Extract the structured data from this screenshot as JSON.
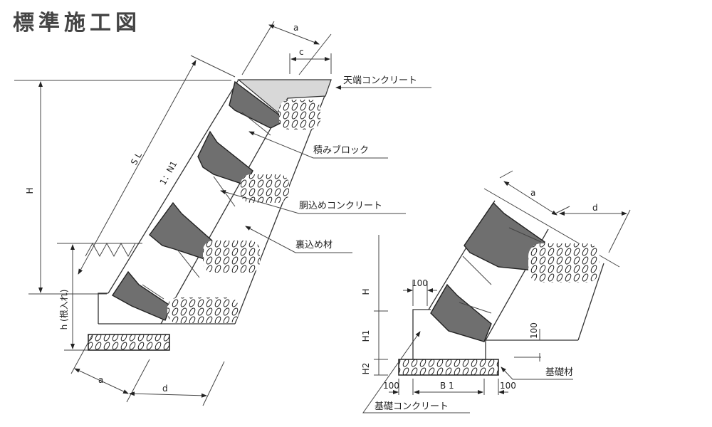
{
  "title": "標準施工図",
  "left_diagram": {
    "labels": {
      "crown_concrete": "天端コンクリート",
      "block": "積みブロック",
      "fill_concrete": "胴込めコンクリート",
      "backfill": "裏込め材"
    },
    "dims": {
      "a_top": "a",
      "c": "c",
      "slope_length": "S L",
      "gradient": "1：N1",
      "height": "H",
      "embedment": "h (根入れ)",
      "a_bottom": "a",
      "d_bottom": "d"
    }
  },
  "right_diagram": {
    "labels": {
      "foundation_material": "基礎材",
      "foundation_concrete": "基礎コンクリート"
    },
    "dims": {
      "a": "a",
      "d": "d",
      "H": "H",
      "H1": "H1",
      "H2": "H2",
      "offset_top": "100",
      "offset_back": "100",
      "offset_left": "100",
      "offset_right": "100",
      "B1": "B 1"
    }
  }
}
